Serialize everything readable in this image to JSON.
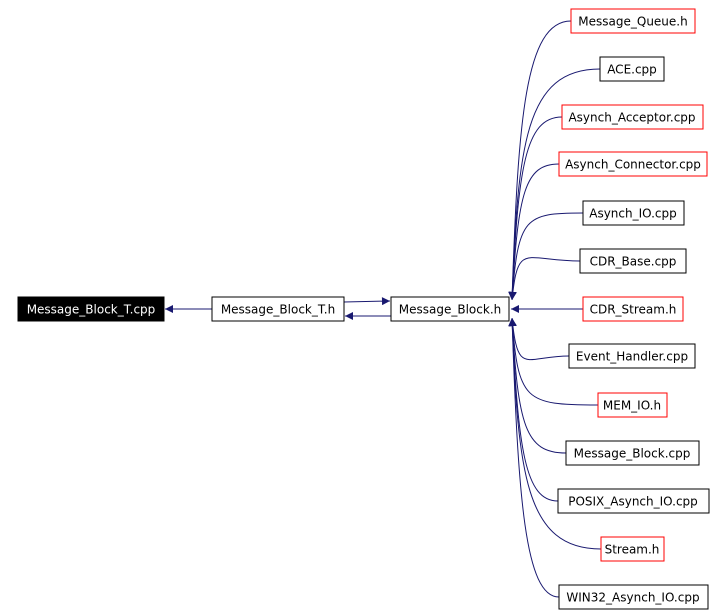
{
  "colors": {
    "edge": "#191970",
    "root_fill": "#000000",
    "root_text": "#ffffff",
    "box_border": "#000000",
    "box_border_truncated": "#ff0000",
    "box_fill": "#ffffff",
    "box_text": "#000000"
  },
  "nodes": {
    "root": {
      "label": "Message_Block_T.cpp",
      "truncated": false
    },
    "middle": {
      "label": "Message_Block_T.h",
      "truncated": false
    },
    "hub": {
      "label": "Message_Block.h",
      "truncated": false
    },
    "includers": [
      {
        "label": "Message_Queue.h",
        "truncated": true
      },
      {
        "label": "ACE.cpp",
        "truncated": false
      },
      {
        "label": "Asynch_Acceptor.cpp",
        "truncated": true
      },
      {
        "label": "Asynch_Connector.cpp",
        "truncated": true
      },
      {
        "label": "Asynch_IO.cpp",
        "truncated": false
      },
      {
        "label": "CDR_Base.cpp",
        "truncated": false
      },
      {
        "label": "CDR_Stream.h",
        "truncated": true
      },
      {
        "label": "Event_Handler.cpp",
        "truncated": false
      },
      {
        "label": "MEM_IO.h",
        "truncated": true
      },
      {
        "label": "Message_Block.cpp",
        "truncated": false
      },
      {
        "label": "POSIX_Asynch_IO.cpp",
        "truncated": false
      },
      {
        "label": "Stream.h",
        "truncated": true
      },
      {
        "label": "WIN32_Asynch_IO.cpp",
        "truncated": false
      }
    ]
  }
}
